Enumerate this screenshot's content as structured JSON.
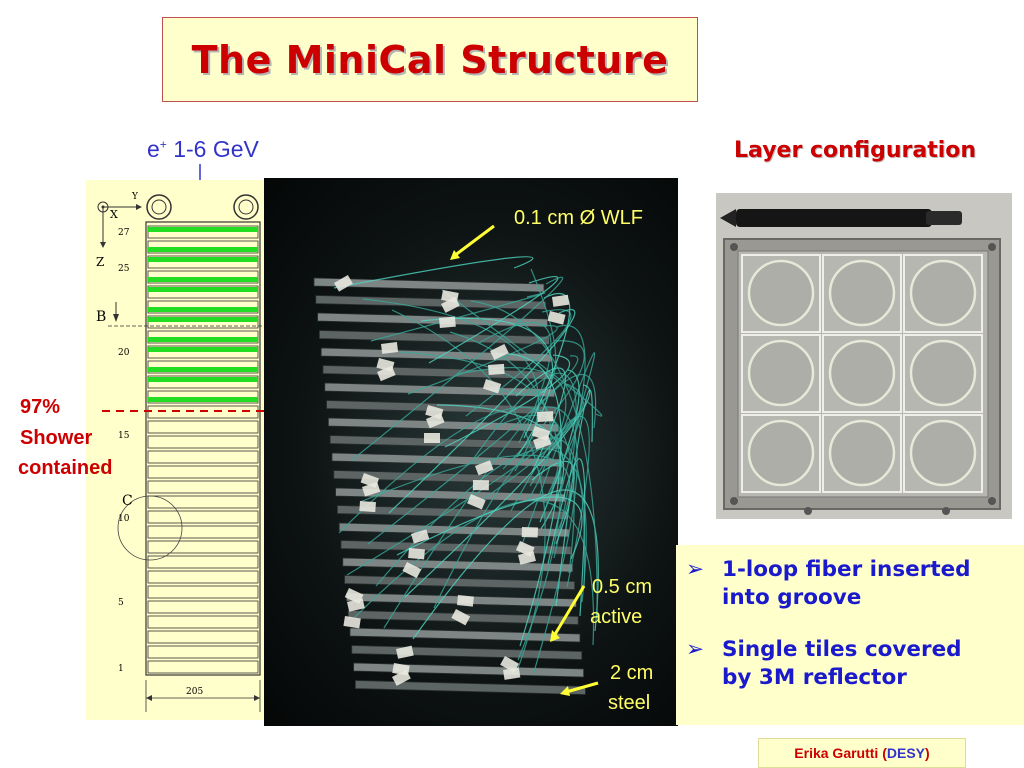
{
  "slide": {
    "title": "The MiniCal Structure",
    "beam_particle": "e",
    "beam_charge": "+",
    "beam_energy": " 1-6 GeV",
    "layer_configuration": "Layer configuration",
    "shower_percent": "97%",
    "shower_line1": "Shower",
    "shower_line2": "contained",
    "fiber_label": "0.1 cm Ø WLF",
    "active_line1": "0.5 cm",
    "active_line2": "active",
    "steel_line1": "2 cm",
    "steel_line2": "steel",
    "bullets": [
      {
        "line1": "1-loop fiber inserted",
        "line2": "into groove"
      },
      {
        "line1": "Single tiles covered",
        "line2": "by 3M reflector"
      }
    ],
    "author_name": "Erika Garutti (",
    "author_org": "DESY",
    "author_close": ")"
  },
  "drawing": {
    "axis_y": "Y",
    "axis_x": "X",
    "axis_z": "Z",
    "marker_b": "B",
    "marker_c": "C",
    "layer_numbers": [
      "27",
      "25",
      "20",
      "15",
      "10",
      "5",
      "1"
    ],
    "width_label": "205"
  },
  "colors": {
    "title": "#cc0000",
    "beam_label": "#3333cc",
    "highlight_box": "#ffffcc",
    "active_layer": "#22dd22",
    "bullet_text": "#1a1acc",
    "annotation": "#ffff66"
  }
}
